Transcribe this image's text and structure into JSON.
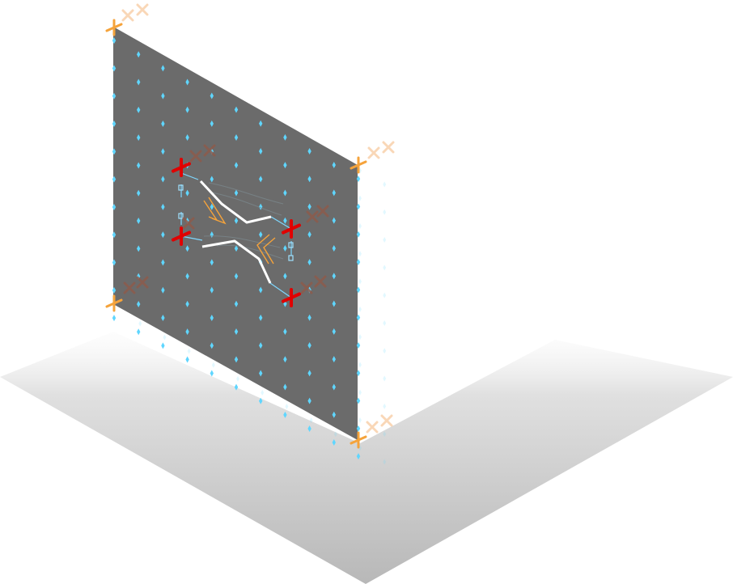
{
  "scene": {
    "background": "#ffffff",
    "panel_color": "#6b6b6b",
    "floor_gradient": [
      "#f4f4f4",
      "#bdbdbd"
    ],
    "dot_color": "#5fd6ff",
    "corner_marker_color": "#f5a33b",
    "alignment_marker_color": "#e00000",
    "trace_color": "#ffffff",
    "chevron_color": "#f5a33b",
    "connector_color": "#7fd8ff"
  },
  "icons": {
    "corner": "plus-marker",
    "alignment": "cross-marker",
    "ghost": "x-marker"
  }
}
